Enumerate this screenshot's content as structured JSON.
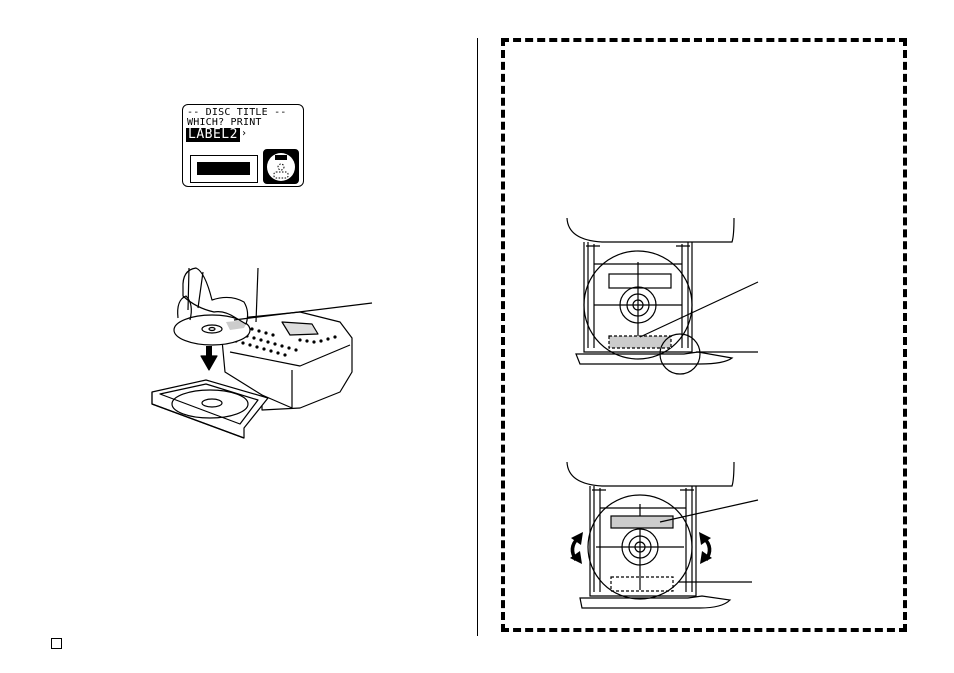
{
  "lcd_display": {
    "line1": "-- DISC TITLE --",
    "line2": "WHICH? PRINT",
    "selected": "LABEL2",
    "arrow": "›"
  },
  "icons": {
    "page_marker": "square-icon",
    "disc_icon": "disc-icon",
    "rotate_left": "rotate-ccw-icon",
    "rotate_right": "rotate-cw-icon"
  }
}
